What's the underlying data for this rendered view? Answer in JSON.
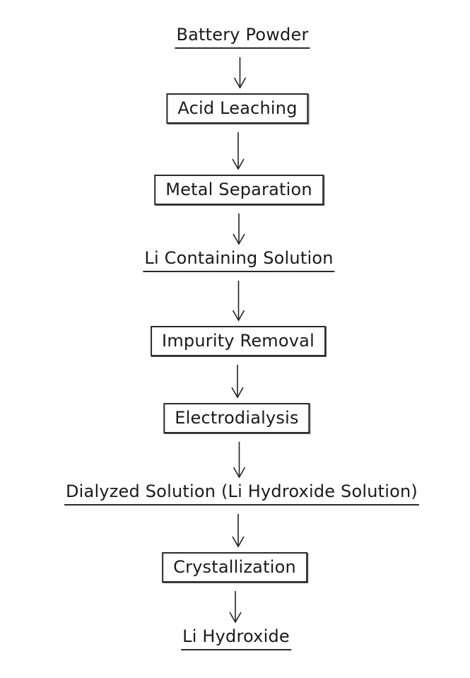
{
  "diagram": {
    "nodes": [
      {
        "id": "battery-powder",
        "label": "Battery Powder",
        "style": "underlined"
      },
      {
        "id": "acid-leaching",
        "label": "Acid Leaching",
        "style": "boxed"
      },
      {
        "id": "metal-separation",
        "label": "Metal Separation",
        "style": "boxed"
      },
      {
        "id": "li-containing-solution",
        "label": "Li Containing Solution",
        "style": "underlined"
      },
      {
        "id": "impurity-removal",
        "label": "Impurity Removal",
        "style": "boxed"
      },
      {
        "id": "electrodialysis",
        "label": "Electrodialysis",
        "style": "boxed"
      },
      {
        "id": "dialyzed-solution",
        "label": "Dialyzed Solution (Li Hydroxide Solution)",
        "style": "underlined"
      },
      {
        "id": "crystallization",
        "label": "Crystallization",
        "style": "boxed"
      },
      {
        "id": "li-hydroxide",
        "label": "Li Hydroxide",
        "style": "underlined"
      }
    ],
    "edges": [
      {
        "from": "battery-powder",
        "to": "acid-leaching"
      },
      {
        "from": "acid-leaching",
        "to": "metal-separation"
      },
      {
        "from": "metal-separation",
        "to": "li-containing-solution"
      },
      {
        "from": "li-containing-solution",
        "to": "impurity-removal"
      },
      {
        "from": "impurity-removal",
        "to": "electrodialysis"
      },
      {
        "from": "electrodialysis",
        "to": "dialyzed-solution"
      },
      {
        "from": "dialyzed-solution",
        "to": "crystallization"
      },
      {
        "from": "crystallization",
        "to": "li-hydroxide"
      }
    ]
  }
}
